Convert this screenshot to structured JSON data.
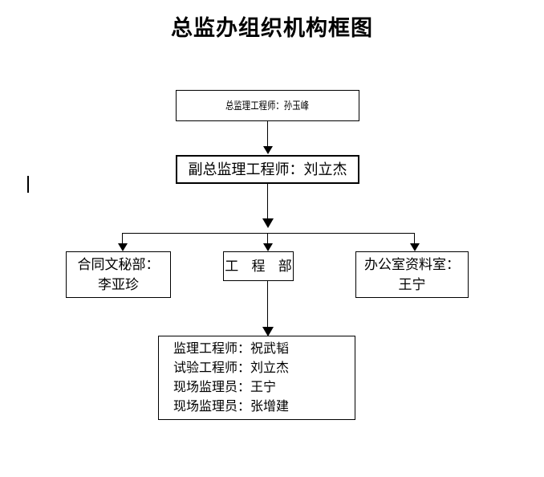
{
  "title": "总监办组织机构框图",
  "nodes": {
    "director": {
      "lines": [
        "总监理工程师：孙玉峰"
      ]
    },
    "deputy": {
      "lines": [
        "副总监理工程师：刘立杰"
      ]
    },
    "contract": {
      "lines": [
        "合同文秘部：",
        "李亚珍"
      ]
    },
    "engineering": {
      "lines": [
        "工 程 部"
      ]
    },
    "office": {
      "lines": [
        "办公室资料室：",
        "王宁"
      ]
    },
    "staff": {
      "lines": [
        "监理工程师：祝武韬",
        "试验工程师：刘立杰",
        "现场监理员：王宁",
        "现场监理员：张增建"
      ]
    }
  },
  "colors": {
    "line": "#000000",
    "text": "#000000",
    "background": "#ffffff"
  },
  "chart_data": {
    "type": "diagram",
    "title": "总监办组织机构框图",
    "orientation": "top-down",
    "nodes": [
      {
        "id": "director",
        "label": "总监理工程师：孙玉峰",
        "level": 1
      },
      {
        "id": "deputy",
        "label": "副总监理工程师：刘立杰",
        "level": 2
      },
      {
        "id": "contract",
        "label": "合同文秘部：李亚珍",
        "level": 3
      },
      {
        "id": "engineering",
        "label": "工 程 部",
        "level": 3
      },
      {
        "id": "office",
        "label": "办公室资料室：王宁",
        "level": 3
      },
      {
        "id": "staff",
        "label": "监理工程师：祝武韬 / 试验工程师：刘立杰 / 现场监理员：王宁 / 现场监理员：张增建",
        "level": 4
      }
    ],
    "edges": [
      {
        "from": "director",
        "to": "deputy",
        "style": "arrow"
      },
      {
        "from": "deputy",
        "to": "contract",
        "style": "arrow"
      },
      {
        "from": "deputy",
        "to": "engineering",
        "style": "arrow"
      },
      {
        "from": "deputy",
        "to": "office",
        "style": "arrow"
      },
      {
        "from": "engineering",
        "to": "staff",
        "style": "arrow"
      }
    ]
  }
}
